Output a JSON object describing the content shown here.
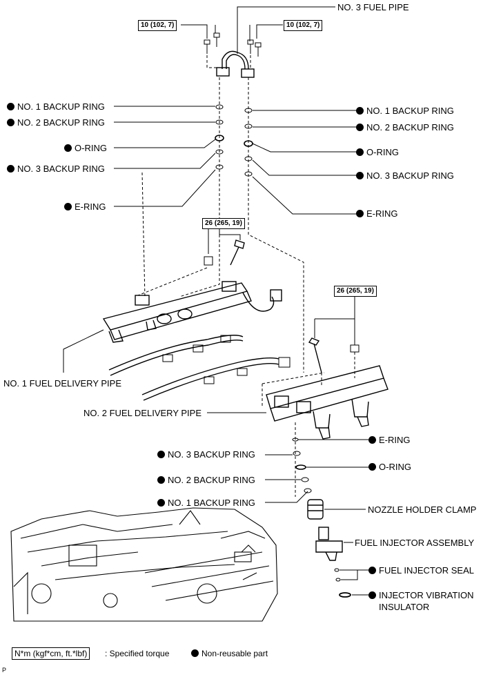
{
  "parts": {
    "no3_fuel_pipe": "NO. 3 FUEL PIPE",
    "no1_backup_ring": "NO. 1 BACKUP RING",
    "no2_backup_ring": "NO. 2 BACKUP RING",
    "o_ring": "O-RING",
    "no3_backup_ring": "NO. 3 BACKUP RING",
    "e_ring": "E-RING",
    "no1_fuel_delivery_pipe": "NO. 1 FUEL DELIVERY PIPE",
    "no2_fuel_delivery_pipe": "NO. 2 FUEL DELIVERY PIPE",
    "nozzle_holder_clamp": "NOZZLE HOLDER CLAMP",
    "fuel_injector_assembly": "FUEL INJECTOR ASSEMBLY",
    "fuel_injector_seal": "FUEL INJECTOR SEAL",
    "injector_vibration_insulator_1": "INJECTOR VIBRATION",
    "injector_vibration_insulator_2": "INSULATOR"
  },
  "torque": {
    "fuel_pipe_bolt": "10 (102, 7)",
    "delivery_pipe_bolt": "26 (265, 19)"
  },
  "legend": {
    "torque_unit": "N*m (kgf*cm, ft.*lbf)",
    "torque_desc": ": Specified torque",
    "non_reusable": "Non-reusable part"
  },
  "corner_mark": "P",
  "colors": {
    "ink": "#000000",
    "background": "#ffffff"
  }
}
